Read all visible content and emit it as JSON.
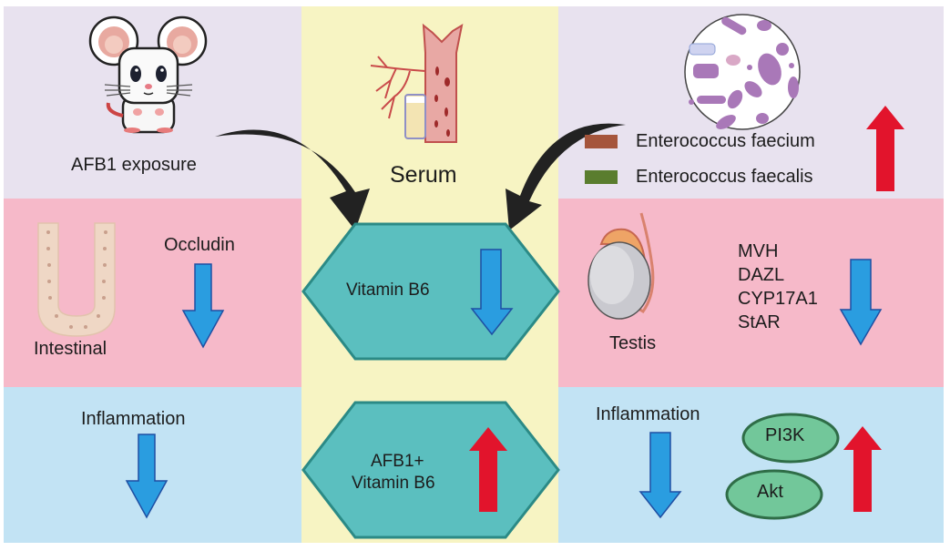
{
  "colors": {
    "top_row_bg": "#e8e2ef",
    "middle_row_bg": "#f6b9c9",
    "bottom_row_bg": "#c2e3f4",
    "center_column_bg": "#f7f4c3",
    "hexagon_fill": "#5bbfbf",
    "hexagon_border": "#2b8a86",
    "down_arrow": "#2a9de0",
    "down_arrow_border": "#1e4fa3",
    "up_arrow": "#e2142c",
    "curved_arrow": "#222222",
    "legend_faecium": "#a5553c",
    "legend_faecalis": "#5a7d2e",
    "ellipse_fill": "#72c79a",
    "ellipse_border": "#2f6d47"
  },
  "left": {
    "top": {
      "icon": "mouse-icon",
      "label": "AFB1 exposure"
    },
    "middle": {
      "icon": "intestine-icon",
      "tissue_label": "Intestinal",
      "marker_label": "Occludin",
      "direction": "down"
    },
    "bottom": {
      "label": "Inflammation",
      "direction": "down"
    }
  },
  "center": {
    "icon": "blood-vessel-serum-icon",
    "label": "Serum",
    "hexagons": [
      {
        "lines": [
          "Vitamin B6"
        ],
        "direction": "down"
      },
      {
        "lines": [
          "AFB1+",
          "Vitamin B6"
        ],
        "direction": "up"
      }
    ]
  },
  "right": {
    "top": {
      "icon": "bacteria-microscope-icon",
      "legend": [
        {
          "label": "Enterococcus faecium",
          "color": "#a5553c"
        },
        {
          "label": "Enterococcus faecalis",
          "color": "#5a7d2e"
        }
      ],
      "direction": "up"
    },
    "middle": {
      "icon": "testis-icon",
      "tissue_label": "Testis",
      "genes": [
        "MVH",
        "DAZL",
        "CYP17A1",
        "StAR"
      ],
      "direction": "down"
    },
    "bottom": {
      "label": "Inflammation",
      "label_direction": "down",
      "pathway": [
        "PI3K",
        "Akt"
      ],
      "pathway_direction": "up"
    }
  }
}
